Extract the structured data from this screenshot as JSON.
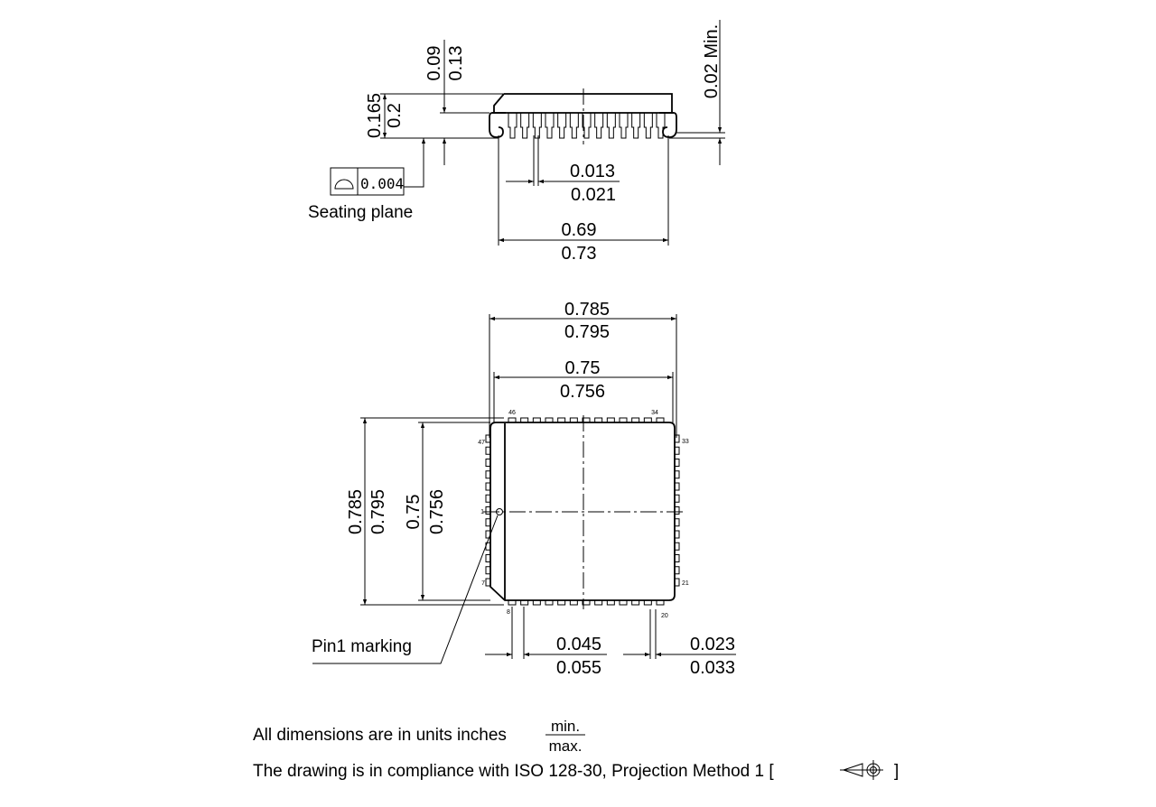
{
  "side_view": {
    "height_min": "0.165",
    "height_max": "0.2",
    "standoff_min": "0.09",
    "standoff_max": "0.13",
    "lead_clearance": "0.02 Min.",
    "flatness_symbol": "flatness-semicircle-icon",
    "flatness_value": "0.004",
    "seating_plane_label": "Seating plane",
    "lead_width_min": "0.013",
    "lead_width_max": "0.021",
    "lead_span_min": "0.69",
    "lead_span_max": "0.73"
  },
  "top_view": {
    "overall_width_min": "0.785",
    "overall_width_max": "0.795",
    "body_width_min": "0.75",
    "body_width_max": "0.756",
    "overall_height_min": "0.785",
    "overall_height_max": "0.795",
    "body_height_min": "0.75",
    "body_height_max": "0.756",
    "pin1_label": "Pin1 marking",
    "pitch_min": "0.045",
    "pitch_max": "0.055",
    "pin_width_min": "0.023",
    "pin_width_max": "0.033",
    "pins_per_side": 13,
    "pin_labels": {
      "p46": "46",
      "p34": "34",
      "p47": "47",
      "p33": "33",
      "p1": "1",
      "p7": "7",
      "p21": "21",
      "p8": "8",
      "p20": "20"
    }
  },
  "notes": {
    "units_text": "All dimensions are in units inches",
    "units_num": "min.",
    "units_den": "max.",
    "compliance_text": "The drawing is in compliance with ISO 128-30, Projection Method 1 [",
    "compliance_close": "]",
    "projection_symbol": "first-angle-projection-icon"
  }
}
